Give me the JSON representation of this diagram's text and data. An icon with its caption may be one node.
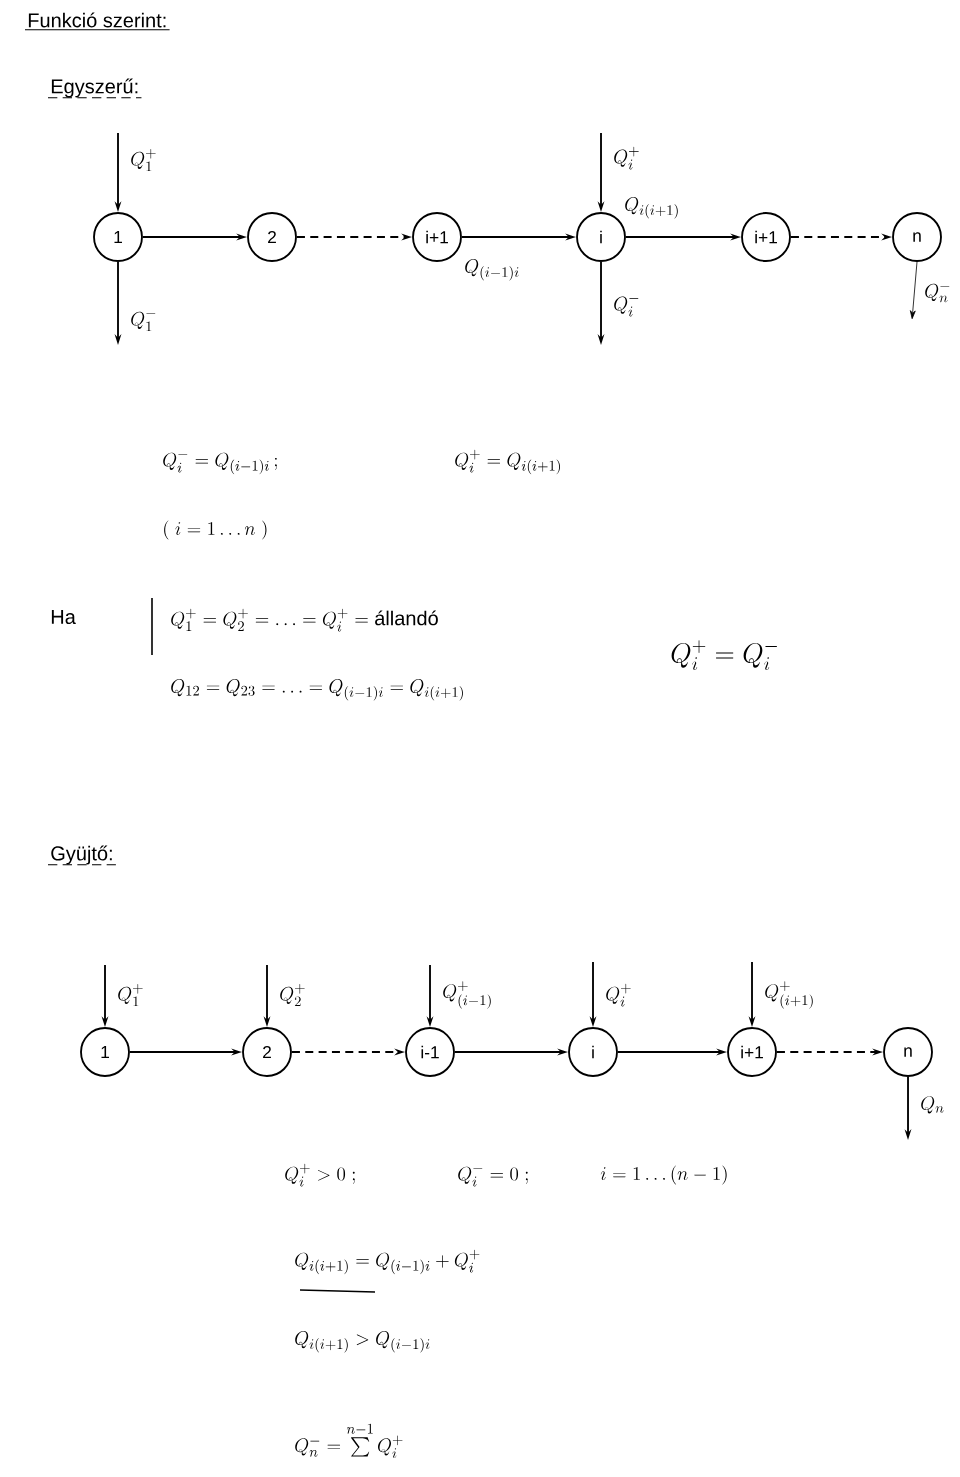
{
  "diagram": {
    "title": "Funkció szerint:",
    "nodes": [
      {
        "text": [
          "1"
        ]
      },
      {
        "text": [
          "2"
        ]
      },
      {
        "text": [
          "i+1"
        ]
      },
      {
        "text": [
          "i"
        ]
      },
      {
        "text": [
          "i+1"
        ]
      },
      {
        "text": [
          "n"
        ]
      },
      {
        "text": [
          "1"
        ]
      },
      {
        "text": [
          "2"
        ]
      },
      {
        "text": [
          "i-1"
        ]
      },
      {
        "text": [
          "i"
        ]
      },
      {
        "text": [
          "i+1"
        ]
      },
      {
        "text": [
          "n"
        ]
      }
    ],
    "edges": [
      {
        "from": null,
        "to": 0,
        "arrow": "to",
        "label": "Q_1^+"
      },
      {
        "from": 0,
        "to": null,
        "arrow": "to",
        "label": "Q_1^-"
      },
      {
        "from": 0,
        "to": 1,
        "arrow": "to"
      },
      {
        "from": 1,
        "to": 2,
        "arrow": "to",
        "style": "dashed"
      },
      {
        "from": 2,
        "to": 3,
        "arrow": "to",
        "label": "Q_{(i-1)i}"
      },
      {
        "from": null,
        "to": 3,
        "arrow": "to",
        "label": "Q_i^+"
      },
      {
        "from": 3,
        "to": null,
        "arrow": "to",
        "label": "Q_i^-"
      },
      {
        "from": 3,
        "to": 4,
        "arrow": "to",
        "label": "Q_{i(i+1)}"
      },
      {
        "from": 4,
        "to": 5,
        "arrow": "to",
        "style": "dashed"
      },
      {
        "from": 5,
        "to": null,
        "arrow": "to",
        "label": "Q_n^-"
      },
      {
        "from": null,
        "to": 6,
        "arrow": "to",
        "label": "Q_1^+"
      },
      {
        "from": 6,
        "to": 7,
        "arrow": "to"
      },
      {
        "from": null,
        "to": 7,
        "arrow": "to",
        "label": "Q_2^+"
      },
      {
        "from": 7,
        "to": 8,
        "arrow": "to",
        "style": "dashed"
      },
      {
        "from": null,
        "to": 8,
        "arrow": "to",
        "label": "Q_{(i-1)}^+"
      },
      {
        "from": 8,
        "to": 9,
        "arrow": "to"
      },
      {
        "from": null,
        "to": 9,
        "arrow": "to",
        "label": "Q_i^+"
      },
      {
        "from": 9,
        "to": 10,
        "arrow": "to"
      },
      {
        "from": null,
        "to": 10,
        "arrow": "to",
        "label": "Q_{(i+1)}^+"
      },
      {
        "from": 10,
        "to": 11,
        "arrow": "to",
        "style": "dashed"
      },
      {
        "from": 11,
        "to": null,
        "arrow": "to",
        "label": "Q_n"
      }
    ],
    "labels": [
      "Egyszerű:",
      "Q_i^- = Q_{(i-1)i}\\,;",
      "Q_i^+ = Q_{i(i+1)}",
      "(\\;i = 1\\ldots n\\;)",
      "Ha",
      "Q_1^+ = Q_2^+ = \\ldots = Q_i^+ = \\text{állandó}",
      "Q_{12} = Q_{23} = \\ldots = Q_{(i-1)i} = Q_{i(i+1)}",
      "Q_i^+ = Q_i^-",
      "Gyüjtő:",
      "Q_i^+ > 0\\;;",
      "Q_i^- = 0\\;;",
      "i = 1\\ldots(n-1)",
      "Q_{i(i+1)} = Q_{(i-1)i} + Q_i^+",
      "Q_{i(i+1)} > Q_{(i-1)i}",
      "Q_n^- = \\sum\\limits^{n-1} Q_i^+"
    ]
  }
}
